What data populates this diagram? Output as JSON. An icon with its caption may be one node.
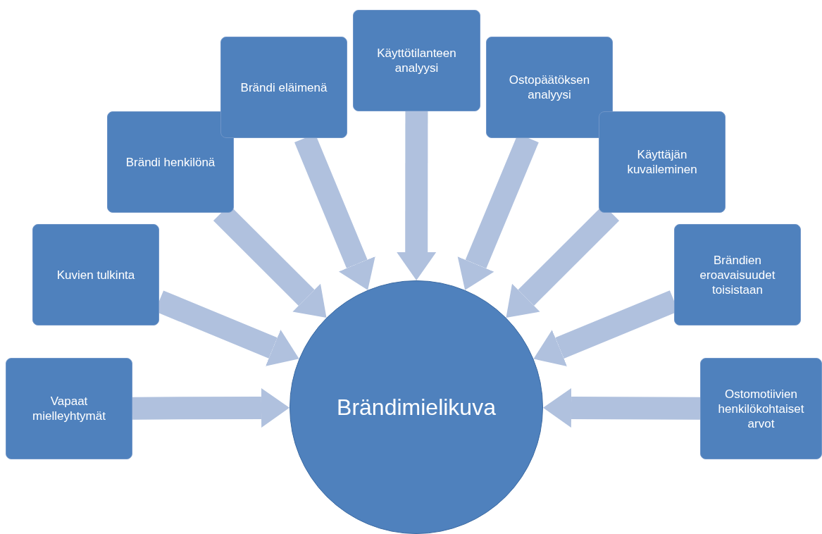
{
  "diagram": {
    "nodes": [
      {
        "text": [
          "Vapaat mielleyhtymät"
        ]
      },
      {
        "text": [
          "Kuvien tulkinta"
        ]
      },
      {
        "text": [
          "Brändi henkilönä"
        ]
      },
      {
        "text": [
          "Brändi eläimenä"
        ]
      },
      {
        "text": [
          "Käyttötilanteen analyysi"
        ]
      },
      {
        "text": [
          "Ostopäätöksen analyysi"
        ]
      },
      {
        "text": [
          "Käyttäjän kuvaileminen"
        ]
      },
      {
        "text": [
          "Brändien eroavaisuudet toisistaan"
        ]
      },
      {
        "text": [
          "Ostomotiivien henkilökohtaiset arvot"
        ]
      },
      {
        "text": [
          "Brändimielikuva"
        ]
      }
    ],
    "edges": [
      {
        "from": 0,
        "to": 9,
        "arrow": "to"
      },
      {
        "from": 1,
        "to": 9,
        "arrow": "to"
      },
      {
        "from": 2,
        "to": 9,
        "arrow": "to"
      },
      {
        "from": 3,
        "to": 9,
        "arrow": "to"
      },
      {
        "from": 4,
        "to": 9,
        "arrow": "to"
      },
      {
        "from": 5,
        "to": 9,
        "arrow": "to"
      },
      {
        "from": 6,
        "to": 9,
        "arrow": "to"
      },
      {
        "from": 7,
        "to": 9,
        "arrow": "to"
      },
      {
        "from": 8,
        "to": 9,
        "arrow": "to"
      }
    ]
  }
}
